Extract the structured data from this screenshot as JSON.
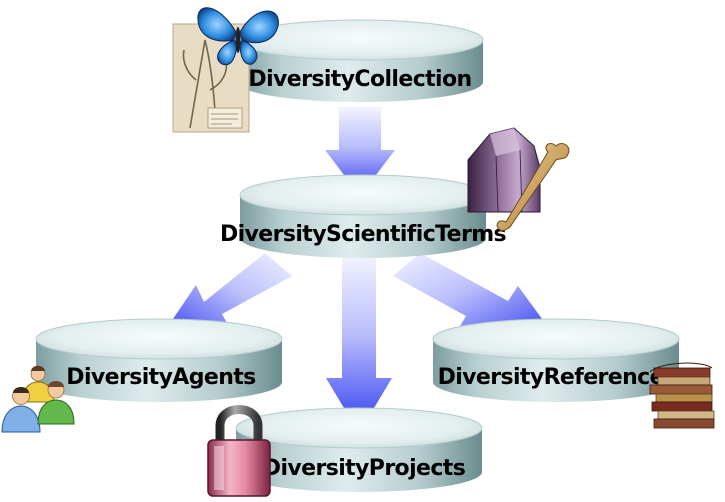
{
  "nodes": {
    "collection": {
      "label": "DiversityCollection"
    },
    "scientific_terms": {
      "label": "DiversityScientificTerms"
    },
    "agents": {
      "label": "DiversityAgents"
    },
    "projects": {
      "label": "DiversityProjects"
    },
    "references": {
      "label": "DiversityReferences"
    }
  },
  "colors": {
    "cylinder_top": "#e8f1f1",
    "cylinder_side_light": "#c9dcdd",
    "cylinder_side_dark": "#6f9294",
    "arrow_head": "#3a46f2",
    "arrow_tail": "#eef0ff"
  },
  "icons": {
    "collection": "butterfly-herbarium-icon",
    "scientific_terms": "crystal-bone-icon",
    "agents": "people-icon",
    "projects": "padlock-icon",
    "references": "books-icon"
  }
}
